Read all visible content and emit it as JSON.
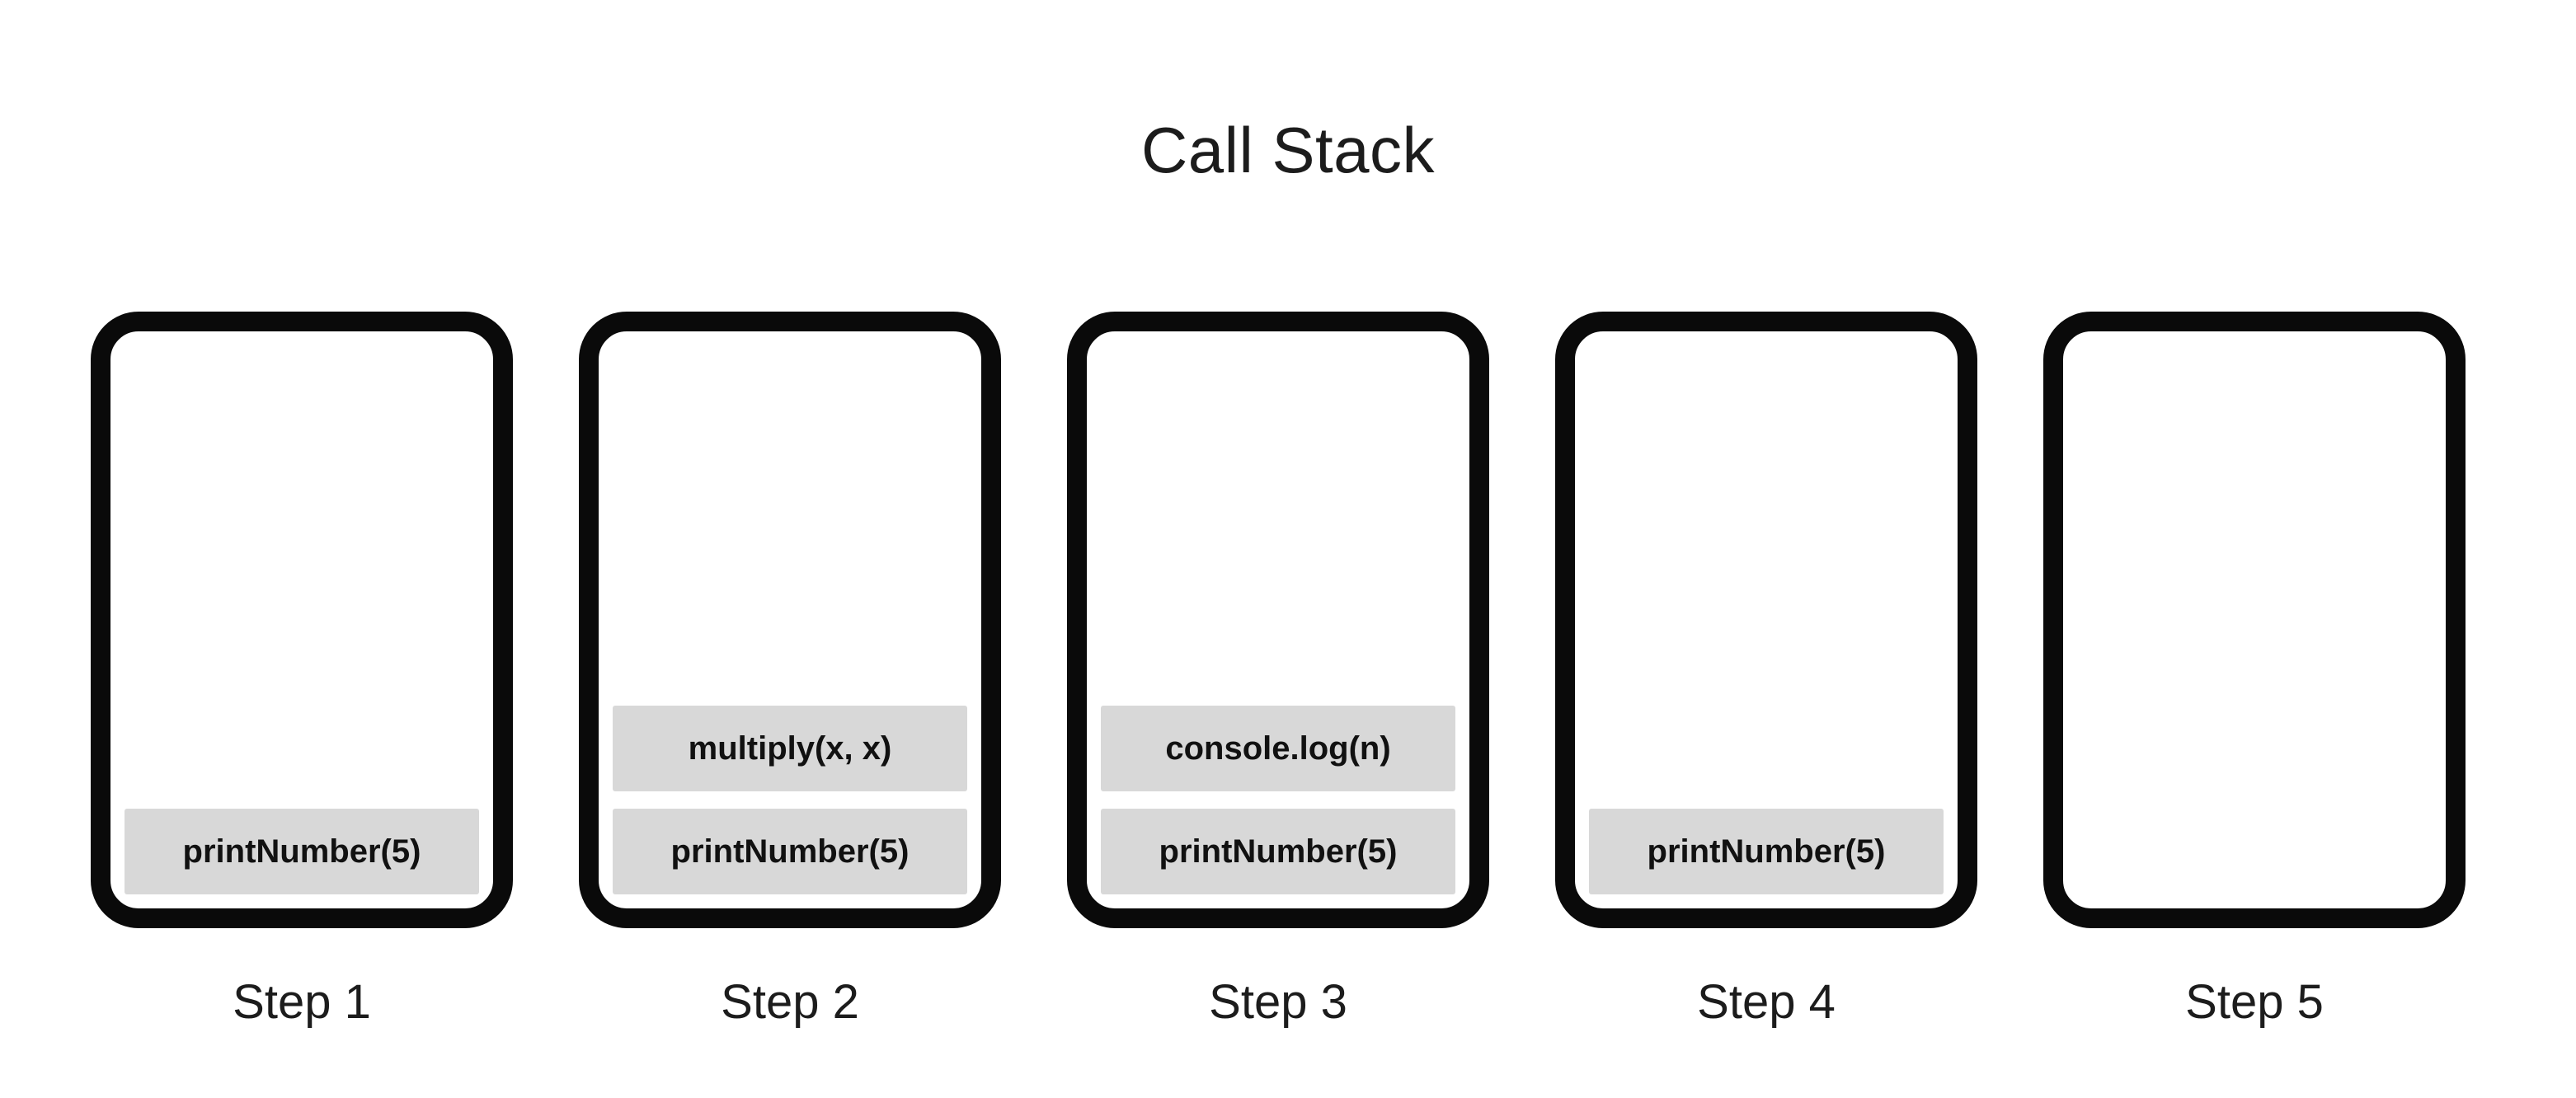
{
  "title": "Call Stack",
  "steps": [
    {
      "label": "Step 1",
      "frames": [
        "printNumber(5)"
      ]
    },
    {
      "label": "Step 2",
      "frames": [
        "multiply(x, x)",
        "printNumber(5)"
      ]
    },
    {
      "label": "Step 3",
      "frames": [
        "console.log(n)",
        "printNumber(5)"
      ]
    },
    {
      "label": "Step 4",
      "frames": [
        "printNumber(5)"
      ]
    },
    {
      "label": "Step 5",
      "frames": []
    }
  ],
  "colors": {
    "background": "#ffffff",
    "box_border": "#0a0a0a",
    "box_fill": "#ffffff",
    "frame_fill": "#d8d8d8",
    "frame_text": "#111111",
    "title_text": "#1c1c1c",
    "label_text": "#1c1c1c"
  }
}
